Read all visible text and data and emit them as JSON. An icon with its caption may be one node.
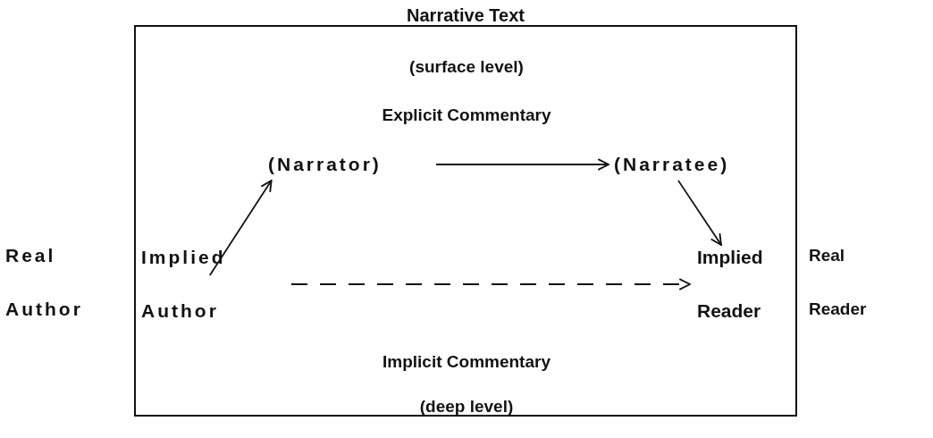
{
  "diagram": {
    "nodes": [
      {
        "text": [
          "Narrative Text"
        ]
      },
      {
        "text": [
          "(Narrator)"
        ],
        "in": 0
      },
      {
        "text": [
          "(Narratee)"
        ],
        "in": 0
      },
      {
        "text": [
          "Implied Author"
        ],
        "in": 0
      },
      {
        "text": [
          "Implied Reader"
        ],
        "in": 0
      }
    ],
    "edges": [
      {
        "from": 3,
        "to": 1,
        "arrow": "to"
      },
      {
        "from": 1,
        "to": 2,
        "arrow": "to"
      },
      {
        "from": 2,
        "to": 4,
        "arrow": "to"
      },
      {
        "from": 3,
        "to": 4,
        "arrow": "to",
        "style": "dashed"
      }
    ],
    "labels": [
      "(surface level)",
      "Explicit Commentary",
      "Real Author",
      "Real Reader",
      "Implicit Commentary",
      "(deep level)"
    ]
  }
}
